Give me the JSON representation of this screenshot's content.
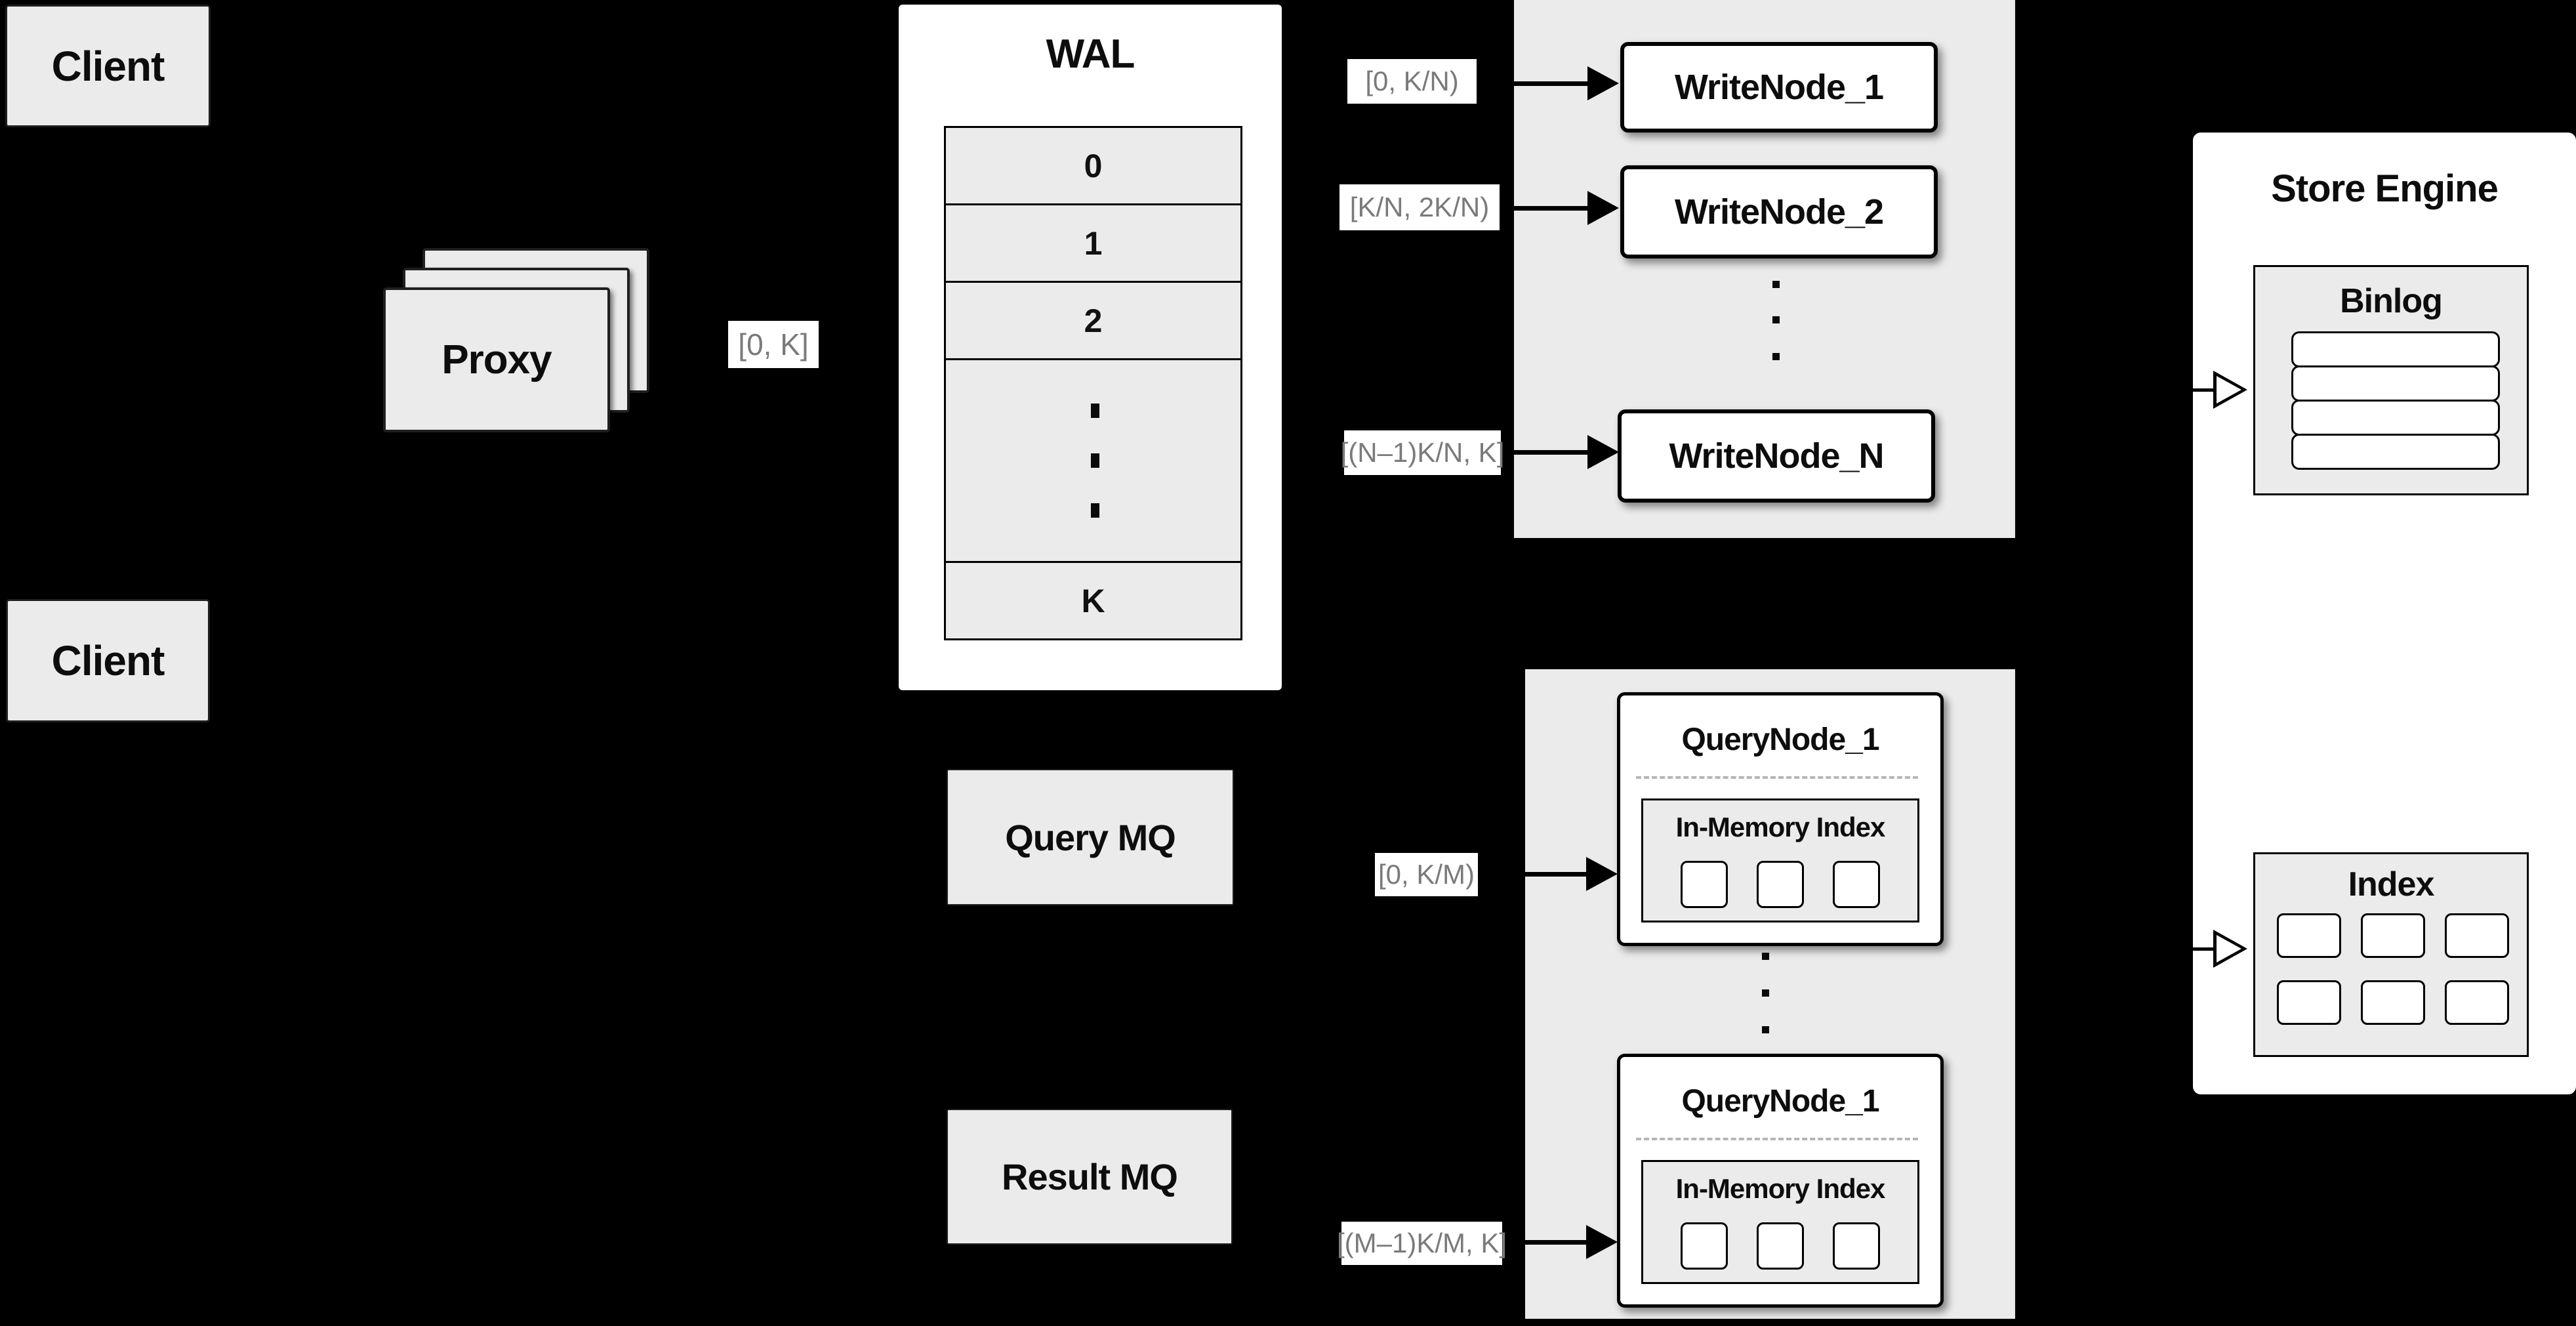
{
  "colors": {
    "background": "#000000",
    "panel_gray": "#ebebeb",
    "box_white": "#ffffff",
    "border_black": "#000000",
    "label_text_gray": "#7a7a7a"
  },
  "clients": {
    "top": "Client",
    "bottom": "Client"
  },
  "proxy": {
    "label": "Proxy",
    "range_label": "[0, K]"
  },
  "wal": {
    "title": "WAL",
    "rows": [
      "0",
      "1",
      "2"
    ],
    "last_row": "K"
  },
  "write_nodes": {
    "range_labels": [
      "[0, K/N)",
      "[K/N, 2K/N)",
      "[(N–1)K/N, K]"
    ],
    "nodes": [
      "WriteNode_1",
      "WriteNode_2",
      "WriteNode_N"
    ]
  },
  "store_engine": {
    "title": "Store Engine",
    "binlog": {
      "title": "Binlog"
    },
    "index": {
      "title": "Index"
    }
  },
  "queues": {
    "query_mq": "Query MQ",
    "result_mq": "Result MQ"
  },
  "query_nodes": {
    "range_labels": [
      "[0, K/M)",
      "[(M–1)K/M, K]"
    ],
    "nodes": [
      {
        "title": "QueryNode_1",
        "inner_title": "In-Memory Index"
      },
      {
        "title": "QueryNode_1",
        "inner_title": "In-Memory Index"
      }
    ]
  }
}
